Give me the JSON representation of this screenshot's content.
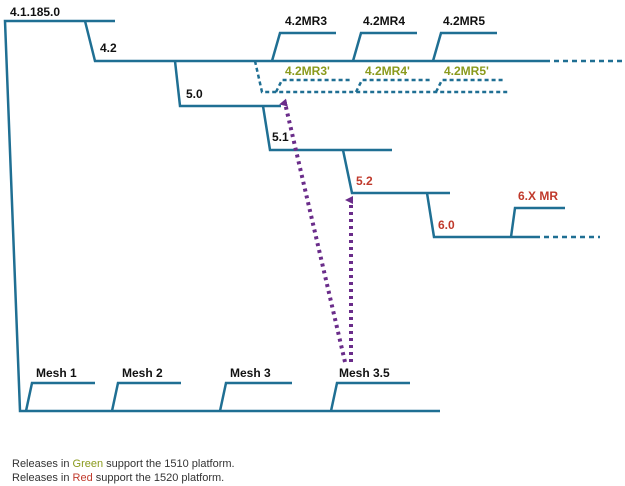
{
  "colors": {
    "line": "#1f6f93",
    "text": "#111111",
    "green": "#8a9a1c",
    "red": "#c0392b",
    "arrow": "#6a2c8a"
  },
  "labels": {
    "root": "4.1.185.0",
    "v42": "4.2",
    "v42mr3": "4.2MR3",
    "v42mr4": "4.2MR4",
    "v42mr5": "4.2MR5",
    "v42mr3p": "4.2MR3'",
    "v42mr4p": "4.2MR4'",
    "v42mr5p": "4.2MR5'",
    "v50": "5.0",
    "v51": "5.1",
    "v52": "5.2",
    "v60": "6.0",
    "v6xmr": "6.X MR",
    "mesh1": "Mesh 1",
    "mesh2": "Mesh 2",
    "mesh3": "Mesh 3",
    "mesh35": "Mesh 3.5"
  },
  "legend": {
    "line1": {
      "prefix": "Releases in ",
      "color_word": "Green",
      "suffix": " support the 1510 platform."
    },
    "line2": {
      "prefix": "Releases in ",
      "color_word": "Red",
      "suffix": " support the 1520 platform."
    }
  }
}
